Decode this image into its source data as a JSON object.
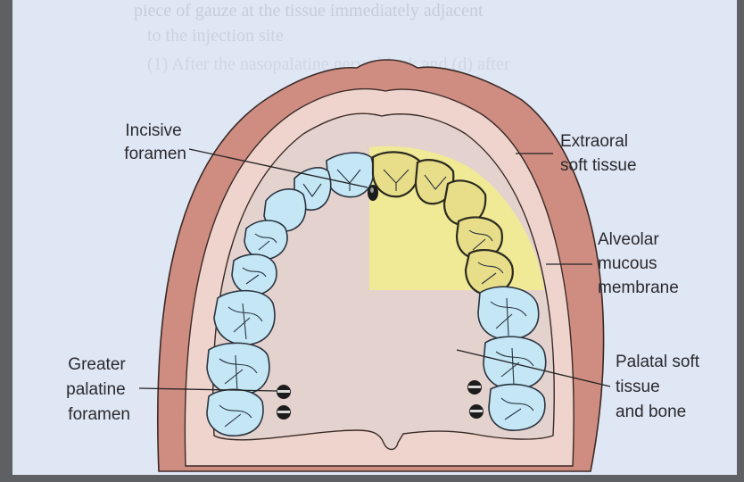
{
  "colors": {
    "frame": "#5f6064",
    "page": "#dfe6f4",
    "outer_tissue": "#cf8d82",
    "mucosa": "#eed4cc",
    "palate": "#e4d2ce",
    "highlight": "#f0ea96",
    "tooth": "#c4e6f5"
  },
  "labels": {
    "incisive": [
      "Incisive",
      "foramen"
    ],
    "extraoral": [
      "Extraoral",
      "soft tissue"
    ],
    "alveolar": [
      "Alveolar",
      "mucous",
      "membrane"
    ],
    "greater": [
      "Greater",
      "palatine",
      "foramen"
    ],
    "palatal": [
      "Palatal soft",
      "tissue",
      "and bone"
    ]
  }
}
